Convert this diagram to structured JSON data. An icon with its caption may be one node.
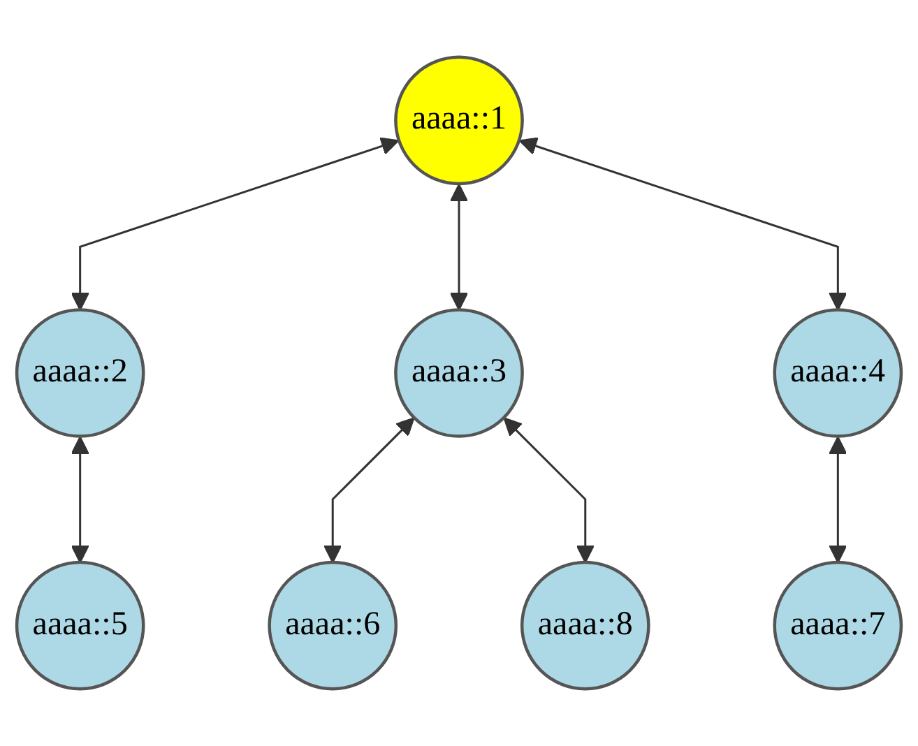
{
  "diagram": {
    "nodes": [
      {
        "text": [
          "aaaa::1"
        ]
      },
      {
        "text": [
          "aaaa::2"
        ]
      },
      {
        "text": [
          "aaaa::3"
        ]
      },
      {
        "text": [
          "aaaa::4"
        ]
      },
      {
        "text": [
          "aaaa::5"
        ]
      },
      {
        "text": [
          "aaaa::6"
        ]
      },
      {
        "text": [
          "aaaa::7"
        ]
      },
      {
        "text": [
          "aaaa::8"
        ]
      }
    ],
    "edges": [
      {
        "from": 0,
        "to": 1,
        "arrow": "both"
      },
      {
        "from": 0,
        "to": 2,
        "arrow": "both"
      },
      {
        "from": 0,
        "to": 3,
        "arrow": "both"
      },
      {
        "from": 1,
        "to": 4,
        "arrow": "both"
      },
      {
        "from": 2,
        "to": 5,
        "arrow": "both"
      },
      {
        "from": 2,
        "to": 7,
        "arrow": "both"
      },
      {
        "from": 3,
        "to": 6,
        "arrow": "both"
      }
    ]
  }
}
